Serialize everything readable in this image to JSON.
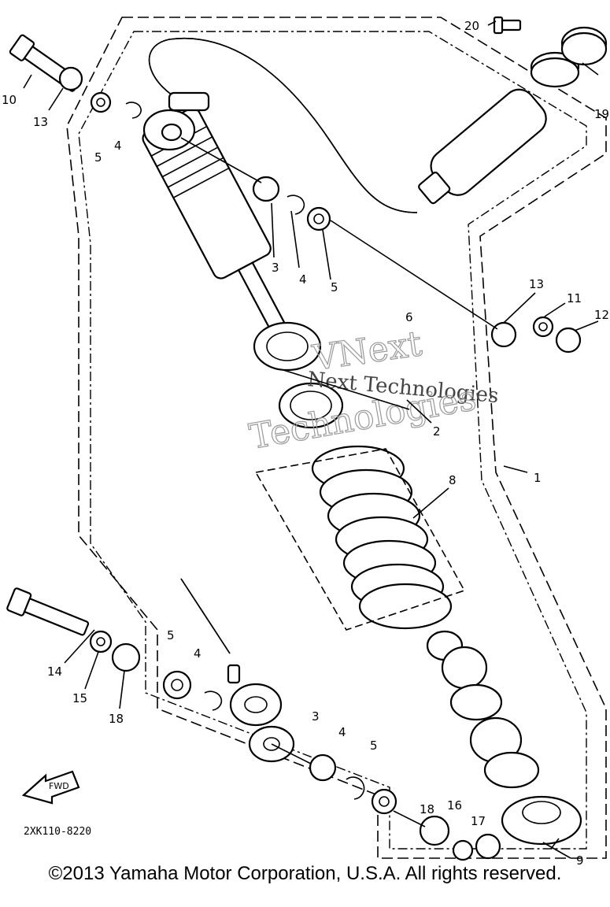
{
  "diagram": {
    "ref_code": "2XK110-8220",
    "fwd_label": "FWD",
    "watermark": {
      "line1": "VNext",
      "line2": "Next Technologies",
      "line3": "Technologies"
    },
    "callouts": {
      "p1": "1",
      "p2": "2",
      "p3a": "3",
      "p3b": "3",
      "p4a": "4",
      "p4b": "4",
      "p4c": "4",
      "p4d": "4",
      "p5a": "5",
      "p5b": "5",
      "p5c": "5",
      "p5d": "5",
      "p6": "6",
      "p8": "8",
      "p9": "9",
      "p10": "10",
      "p11": "11",
      "p12": "12",
      "p13a": "13",
      "p13b": "13",
      "p14": "14",
      "p15": "15",
      "p16": "16",
      "p17": "17",
      "p18a": "18",
      "p18b": "18",
      "p19": "19",
      "p20": "20"
    }
  },
  "footer": {
    "copyright": "©2013 Yamaha Motor Corporation, U.S.A. All rights reserved."
  }
}
